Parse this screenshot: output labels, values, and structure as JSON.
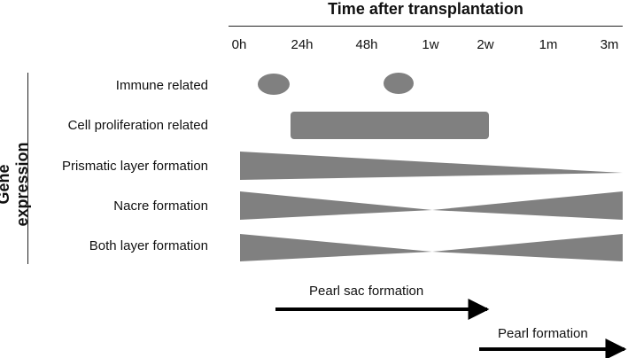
{
  "title": "Time after transplantation",
  "y_axis_label": "Gene expression",
  "time_ticks": [
    "0h",
    "24h",
    "48h",
    "1w",
    "2w",
    "1m",
    "3m"
  ],
  "rows": [
    {
      "label": "Immune related"
    },
    {
      "label": "Cell proliferation related"
    },
    {
      "label": "Prismatic layer formation"
    },
    {
      "label": "Nacre formation"
    },
    {
      "label": "Both layer formation"
    }
  ],
  "arrows": [
    {
      "label": "Pearl sac formation"
    },
    {
      "label": "Pearl formation"
    }
  ],
  "colors": {
    "shape_fill": "#808080",
    "arrow": "#000000",
    "rule": "#222222"
  }
}
